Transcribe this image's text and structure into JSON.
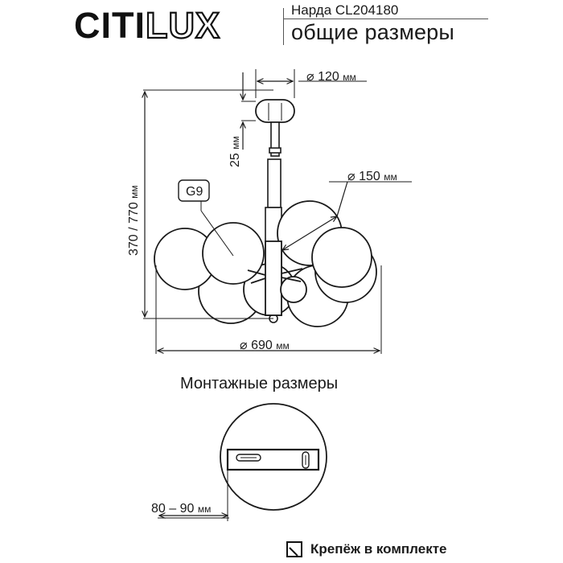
{
  "brand": {
    "logo_part1": "CITI",
    "logo_part2": "LUX"
  },
  "header": {
    "model": "Нарда CL204180",
    "subtitle": "общие размеры"
  },
  "dimensions": {
    "top_diameter": "120",
    "top_unit": "мм",
    "canopy_height": "25",
    "canopy_unit": "мм",
    "height": "370 / 770",
    "height_unit": "мм",
    "shade_diameter": "150",
    "shade_unit": "мм",
    "overall_diameter": "690",
    "overall_unit": "мм",
    "lamp_type": "G9",
    "mount_distance": "80 – 90",
    "mount_unit": "мм"
  },
  "mounting": {
    "title": "Монтажные размеры"
  },
  "footer": {
    "text": "Крепёж в комплекте",
    "icon": "fastener-icon"
  }
}
